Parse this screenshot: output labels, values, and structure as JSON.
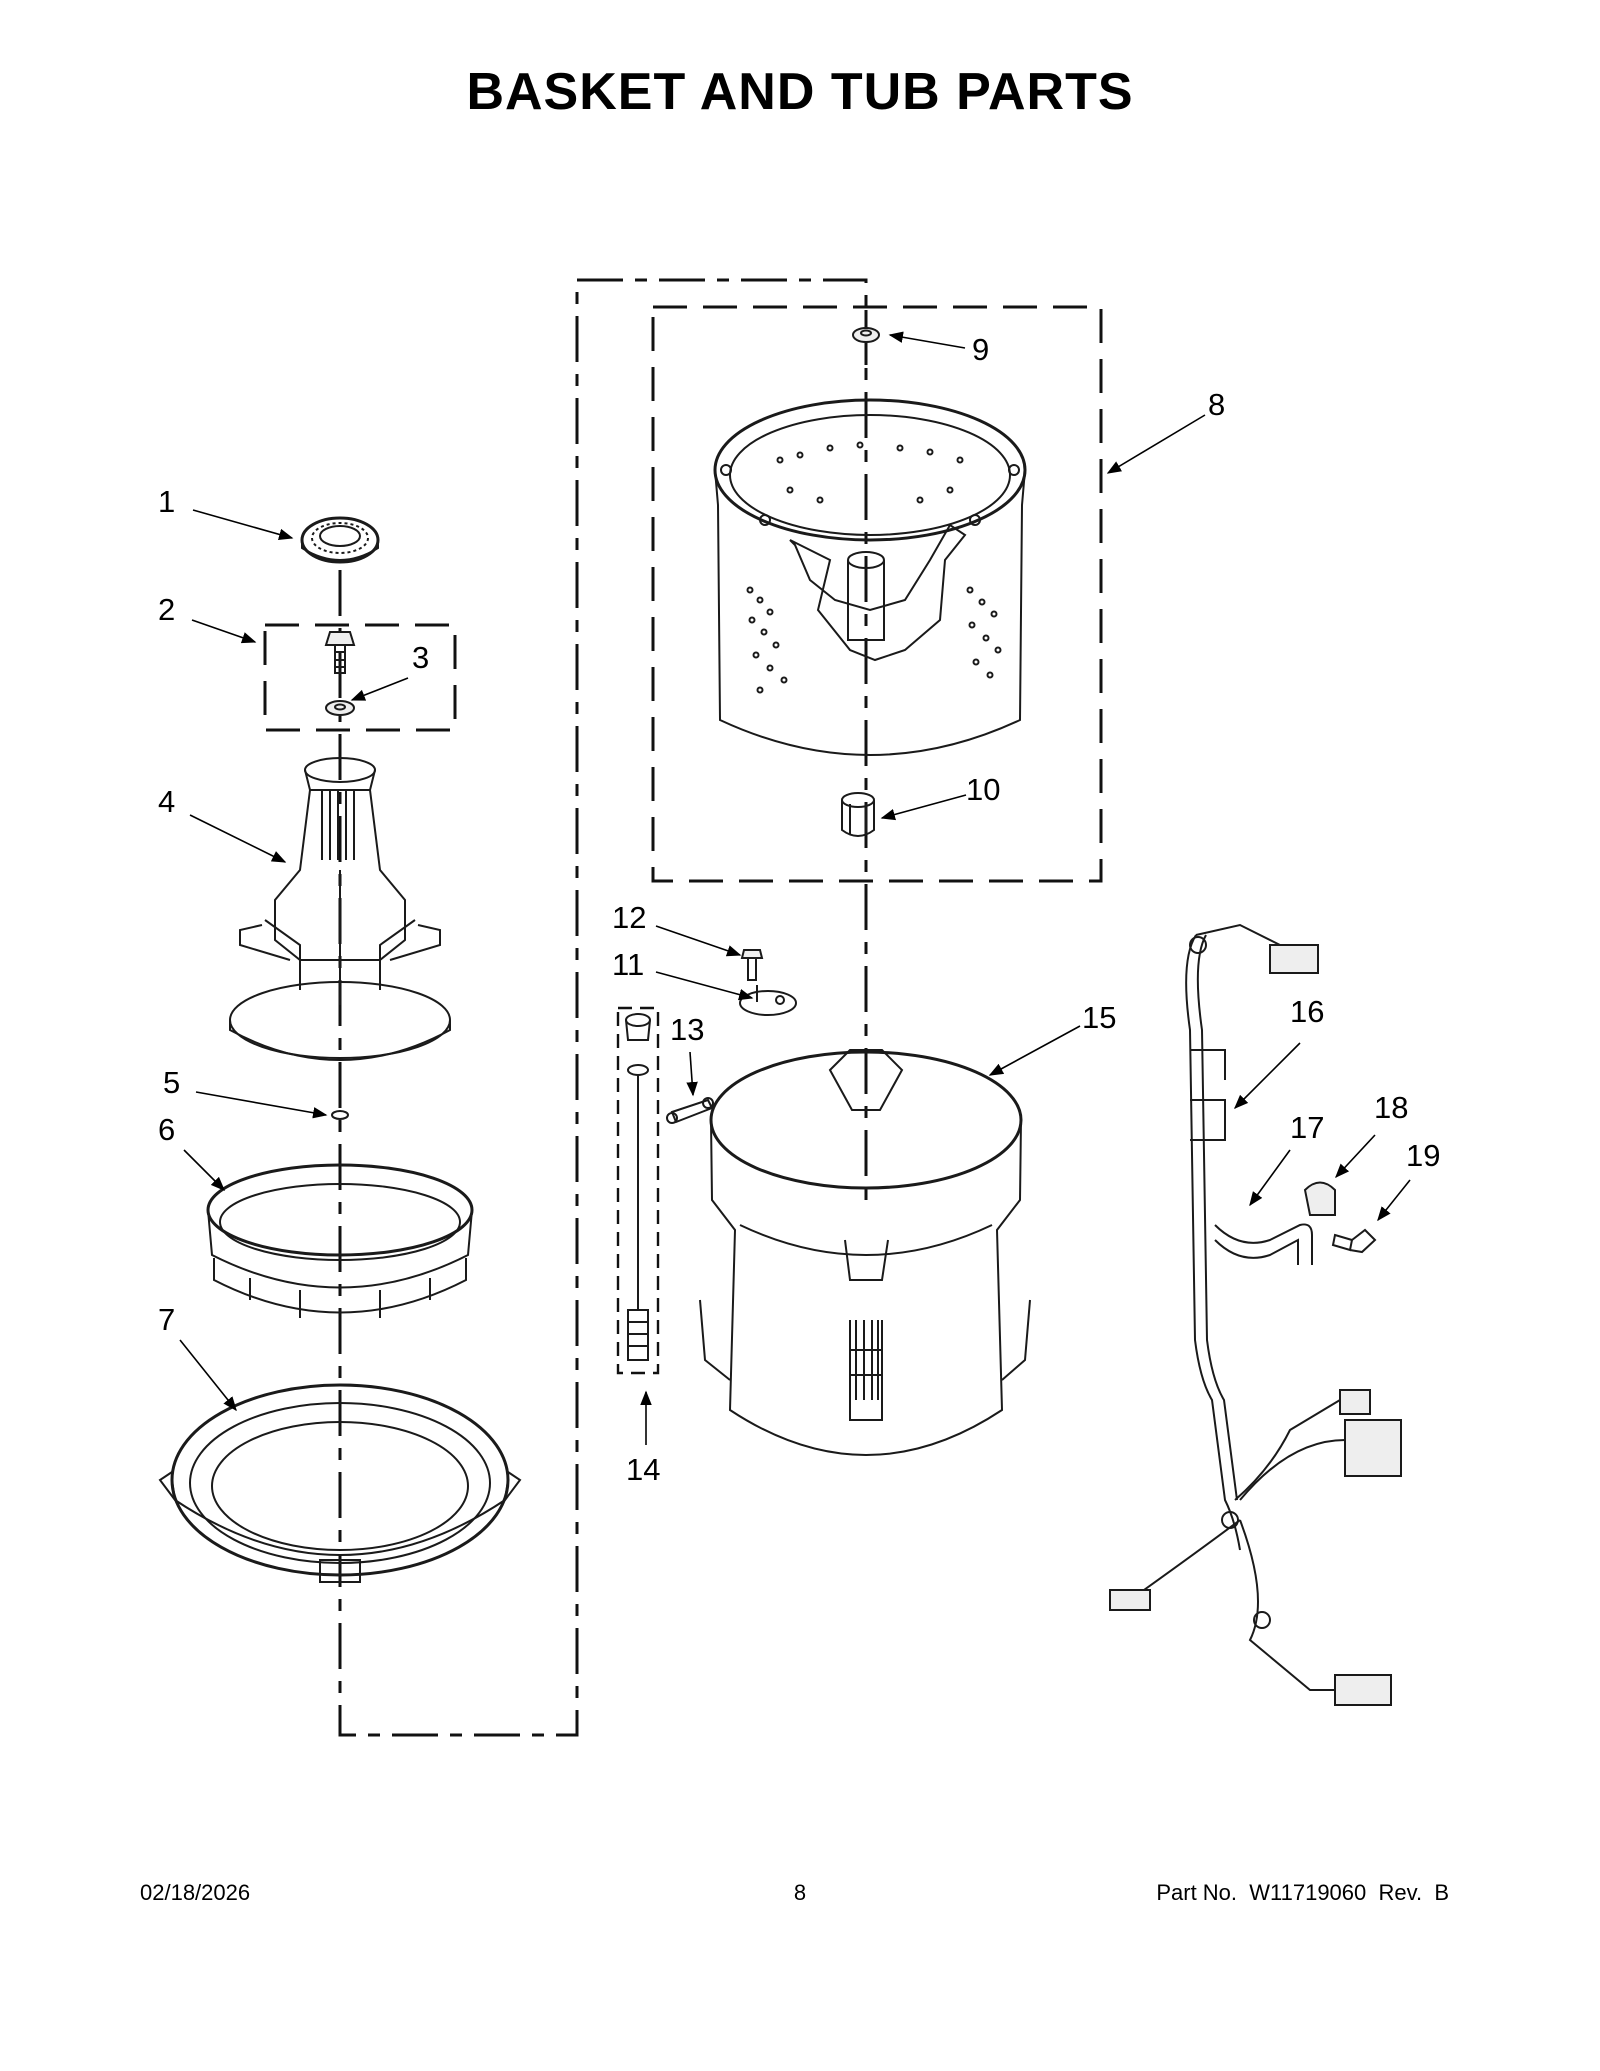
{
  "title": "BASKET AND TUB PARTS",
  "callouts": [
    "1",
    "2",
    "3",
    "4",
    "5",
    "6",
    "7",
    "8",
    "9",
    "10",
    "11",
    "12",
    "13",
    "14",
    "15",
    "16",
    "17",
    "18",
    "19"
  ],
  "footer": {
    "date": "02/18/2026",
    "page": "8",
    "part": "Part No.  W11719060  Rev.  B"
  }
}
